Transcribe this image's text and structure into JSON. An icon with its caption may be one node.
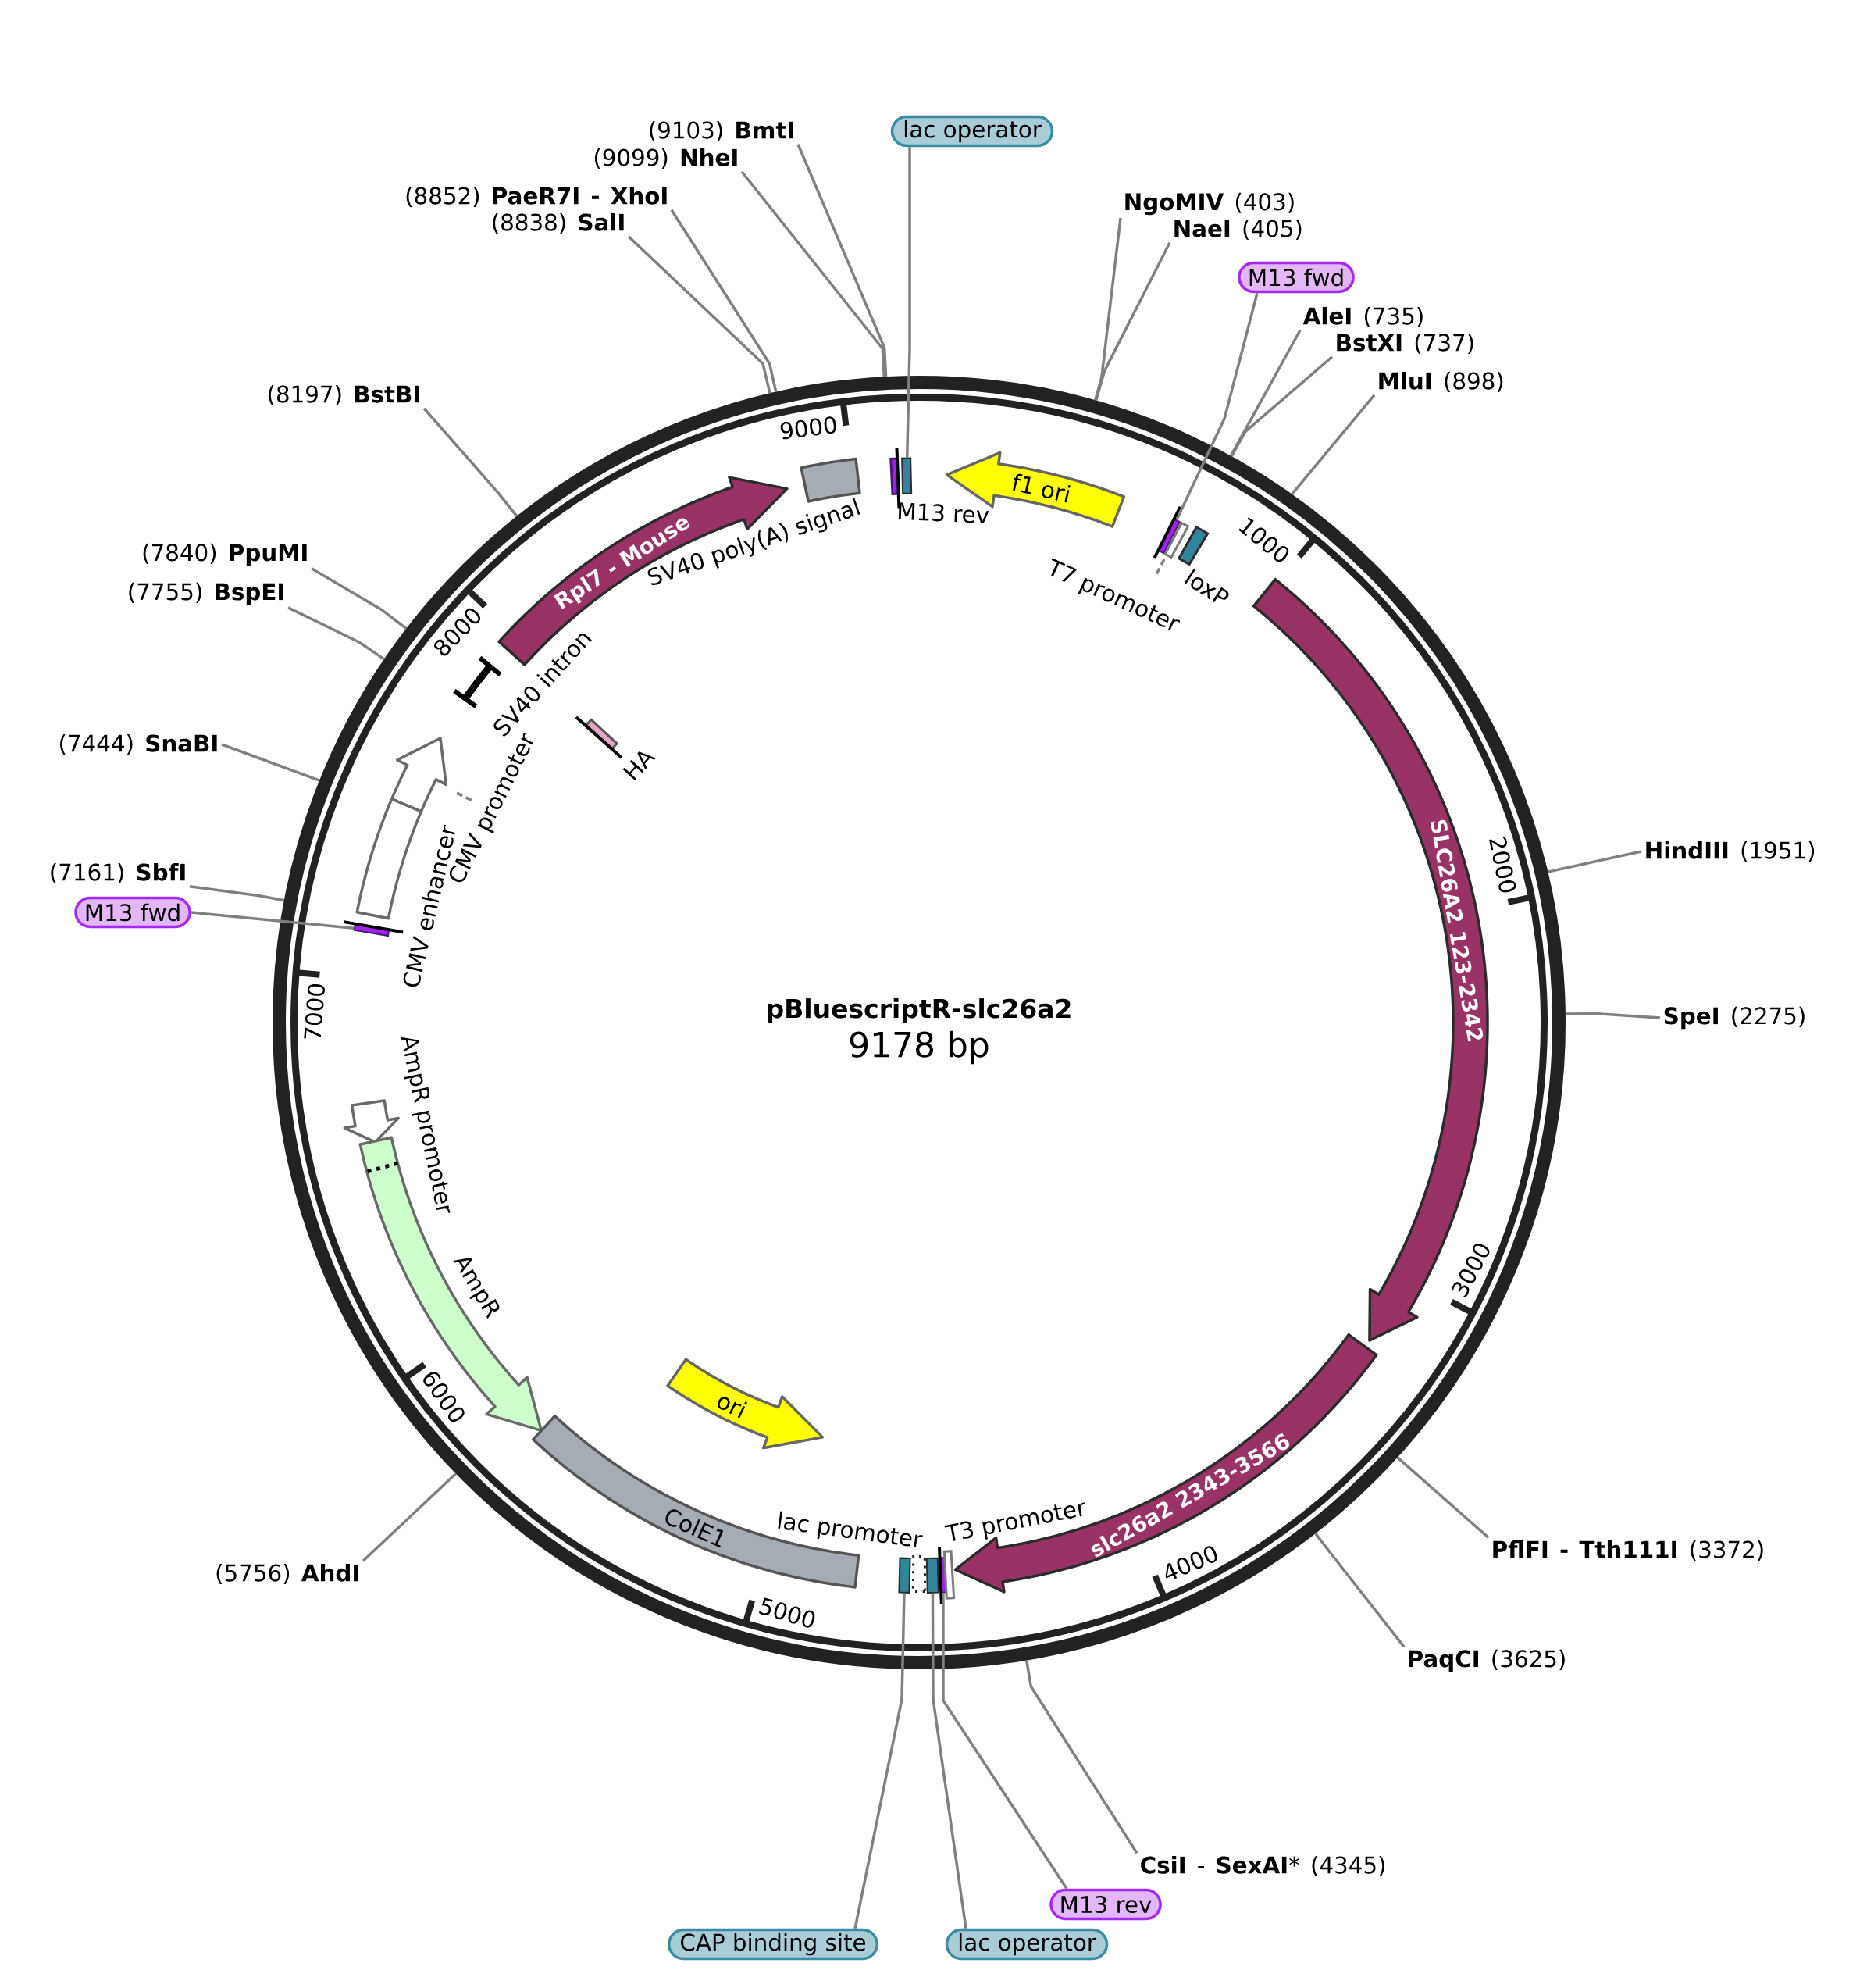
{
  "diagram": {
    "title": "pBluescriptR-slc26a2",
    "nodes": [
      {
        "text": [
          "(9103) **BmtI**"
        ]
      },
      {
        "text": [
          "lac operator"
        ]
      },
      {
        "text": [
          "(9099) **NheI**"
        ]
      },
      {
        "text": [
          "(8852) **PaeR7I - XhoI**"
        ]
      },
      {
        "text": [
          "**NgoMIV** (403)"
        ]
      },
      {
        "text": [
          "(8838) **SalI**"
        ]
      },
      {
        "text": [
          "**NaeI** (405)"
        ]
      },
      {
        "text": [
          "M13 fwd"
        ]
      },
      {
        "text": [
          "**AleI** (735)"
        ]
      },
      {
        "text": [
          "**BstXI** (737)"
        ]
      },
      {
        "text": [
          "**MluI** (898)"
        ]
      },
      {
        "text": [
          "(8197) **BstBI**"
        ]
      },
      {
        "text": [
          "(7840) **PpuMI**"
        ]
      },
      {
        "text": [
          "(7755) **BspEI**"
        ]
      },
      {
        "text": [
          "(7444) **SnaBI**"
        ]
      },
      {
        "text": [
          "(7161) **SbfI**"
        ]
      },
      {
        "text": [
          "M13 fwd"
        ]
      },
      {
        "text": [
          "**HindIII** (1951)"
        ]
      },
      {
        "text": [
          "**SpeI** (2275)"
        ]
      },
      {
        "text": [
          "(5756) **AhdI**"
        ]
      },
      {
        "text": [
          "**PflFI - Tth111I** (3372)"
        ]
      },
      {
        "text": [
          "**PaqCI** (3625)"
        ]
      },
      {
        "text": [
          "**CsiI** - **SexAI*** (4345)"
        ]
      },
      {
        "text": [
          "M13 rev"
        ]
      },
      {
        "text": [
          "CAP binding site"
        ]
      },
      {
        "text": [
          "lac operator"
        ]
      },
      {
        "text": [
          "Rpl7 - Mouse"
        ]
      },
      {
        "text": [
          "SV40 poly(A) signal"
        ]
      },
      {
        "text": [
          "M13 rev"
        ]
      },
      {
        "text": [],
        "shape": "box"
      },
      {
        "text": [
          "f1 ori"
        ]
      },
      {
        "text": [],
        "shape": "bar"
      },
      {
        "text": [
          "T7 promoter"
        ]
      },
      {
        "text": [
          "loxP"
        ]
      },
      {
        "text": [
          "SLC26A2 123-2342"
        ]
      },
      {
        "text": [
          "SV40 intron"
        ]
      },
      {
        "text": [
          "HA"
        ]
      },
      {
        "text": [
          "CMV promoter"
        ]
      },
      {
        "text": [
          "CMV enhancer"
        ]
      },
      {
        "text": [],
        "shape": "bar"
      },
      {
        "text": [
          "AmpR promoter"
        ]
      },
      {
        "text": [
          "AmpR"
        ]
      },
      {
        "text": [
          "ori"
        ]
      },
      {
        "text": [
          "ColE1"
        ]
      },
      {
        "text": [
          "lac promoter"
        ]
      },
      {
        "text": [],
        "shape": "box"
      },
      {
        "text": [],
        "shape": "box"
      },
      {
        "text": [],
        "shape": "bar"
      },
      {
        "text": [
          "T3 promoter"
        ]
      },
      {
        "text": [
          "slc26a2 2343-3566"
        ]
      }
    ],
    "edges": [
      {
        "from": 0,
        "to": null,
        "arrow": "none"
      },
      {
        "from": 1,
        "to": 29,
        "arrow": "none"
      },
      {
        "from": 2,
        "to": null,
        "arrow": "none"
      },
      {
        "from": 3,
        "to": null,
        "arrow": "none"
      },
      {
        "from": 4,
        "to": null,
        "arrow": "none"
      },
      {
        "from": 5,
        "to": null,
        "arrow": "none"
      },
      {
        "from": 6,
        "to": null,
        "arrow": "none"
      },
      {
        "from": 7,
        "to": 31,
        "arrow": "none"
      },
      {
        "from": 8,
        "to": null,
        "arrow": "none"
      },
      {
        "from": 9,
        "to": null,
        "arrow": "none"
      },
      {
        "from": 10,
        "to": null,
        "arrow": "none"
      },
      {
        "from": 11,
        "to": null,
        "arrow": "none"
      },
      {
        "from": 12,
        "to": null,
        "arrow": "none"
      },
      {
        "from": 13,
        "to": null,
        "arrow": "none"
      },
      {
        "from": 14,
        "to": null,
        "arrow": "none"
      },
      {
        "from": 15,
        "to": null,
        "arrow": "none"
      },
      {
        "from": 16,
        "to": 39,
        "arrow": "none"
      },
      {
        "from": 17,
        "to": null,
        "arrow": "none"
      },
      {
        "from": 18,
        "to": null,
        "arrow": "none"
      },
      {
        "from": 19,
        "to": null,
        "arrow": "none"
      },
      {
        "from": 20,
        "to": null,
        "arrow": "none"
      },
      {
        "from": 21,
        "to": null,
        "arrow": "none"
      },
      {
        "from": 22,
        "to": null,
        "arrow": "none"
      },
      {
        "from": 23,
        "to": 47,
        "arrow": "none"
      },
      {
        "from": 24,
        "to": 45,
        "arrow": "none"
      },
      {
        "from": 25,
        "to": 46,
        "arrow": "none"
      }
    ],
    "labels": [
      "9178 bp",
      "1000",
      "2000",
      "3000",
      "4000",
      "5000",
      "6000",
      "7000",
      "8000",
      "9000"
    ]
  }
}
